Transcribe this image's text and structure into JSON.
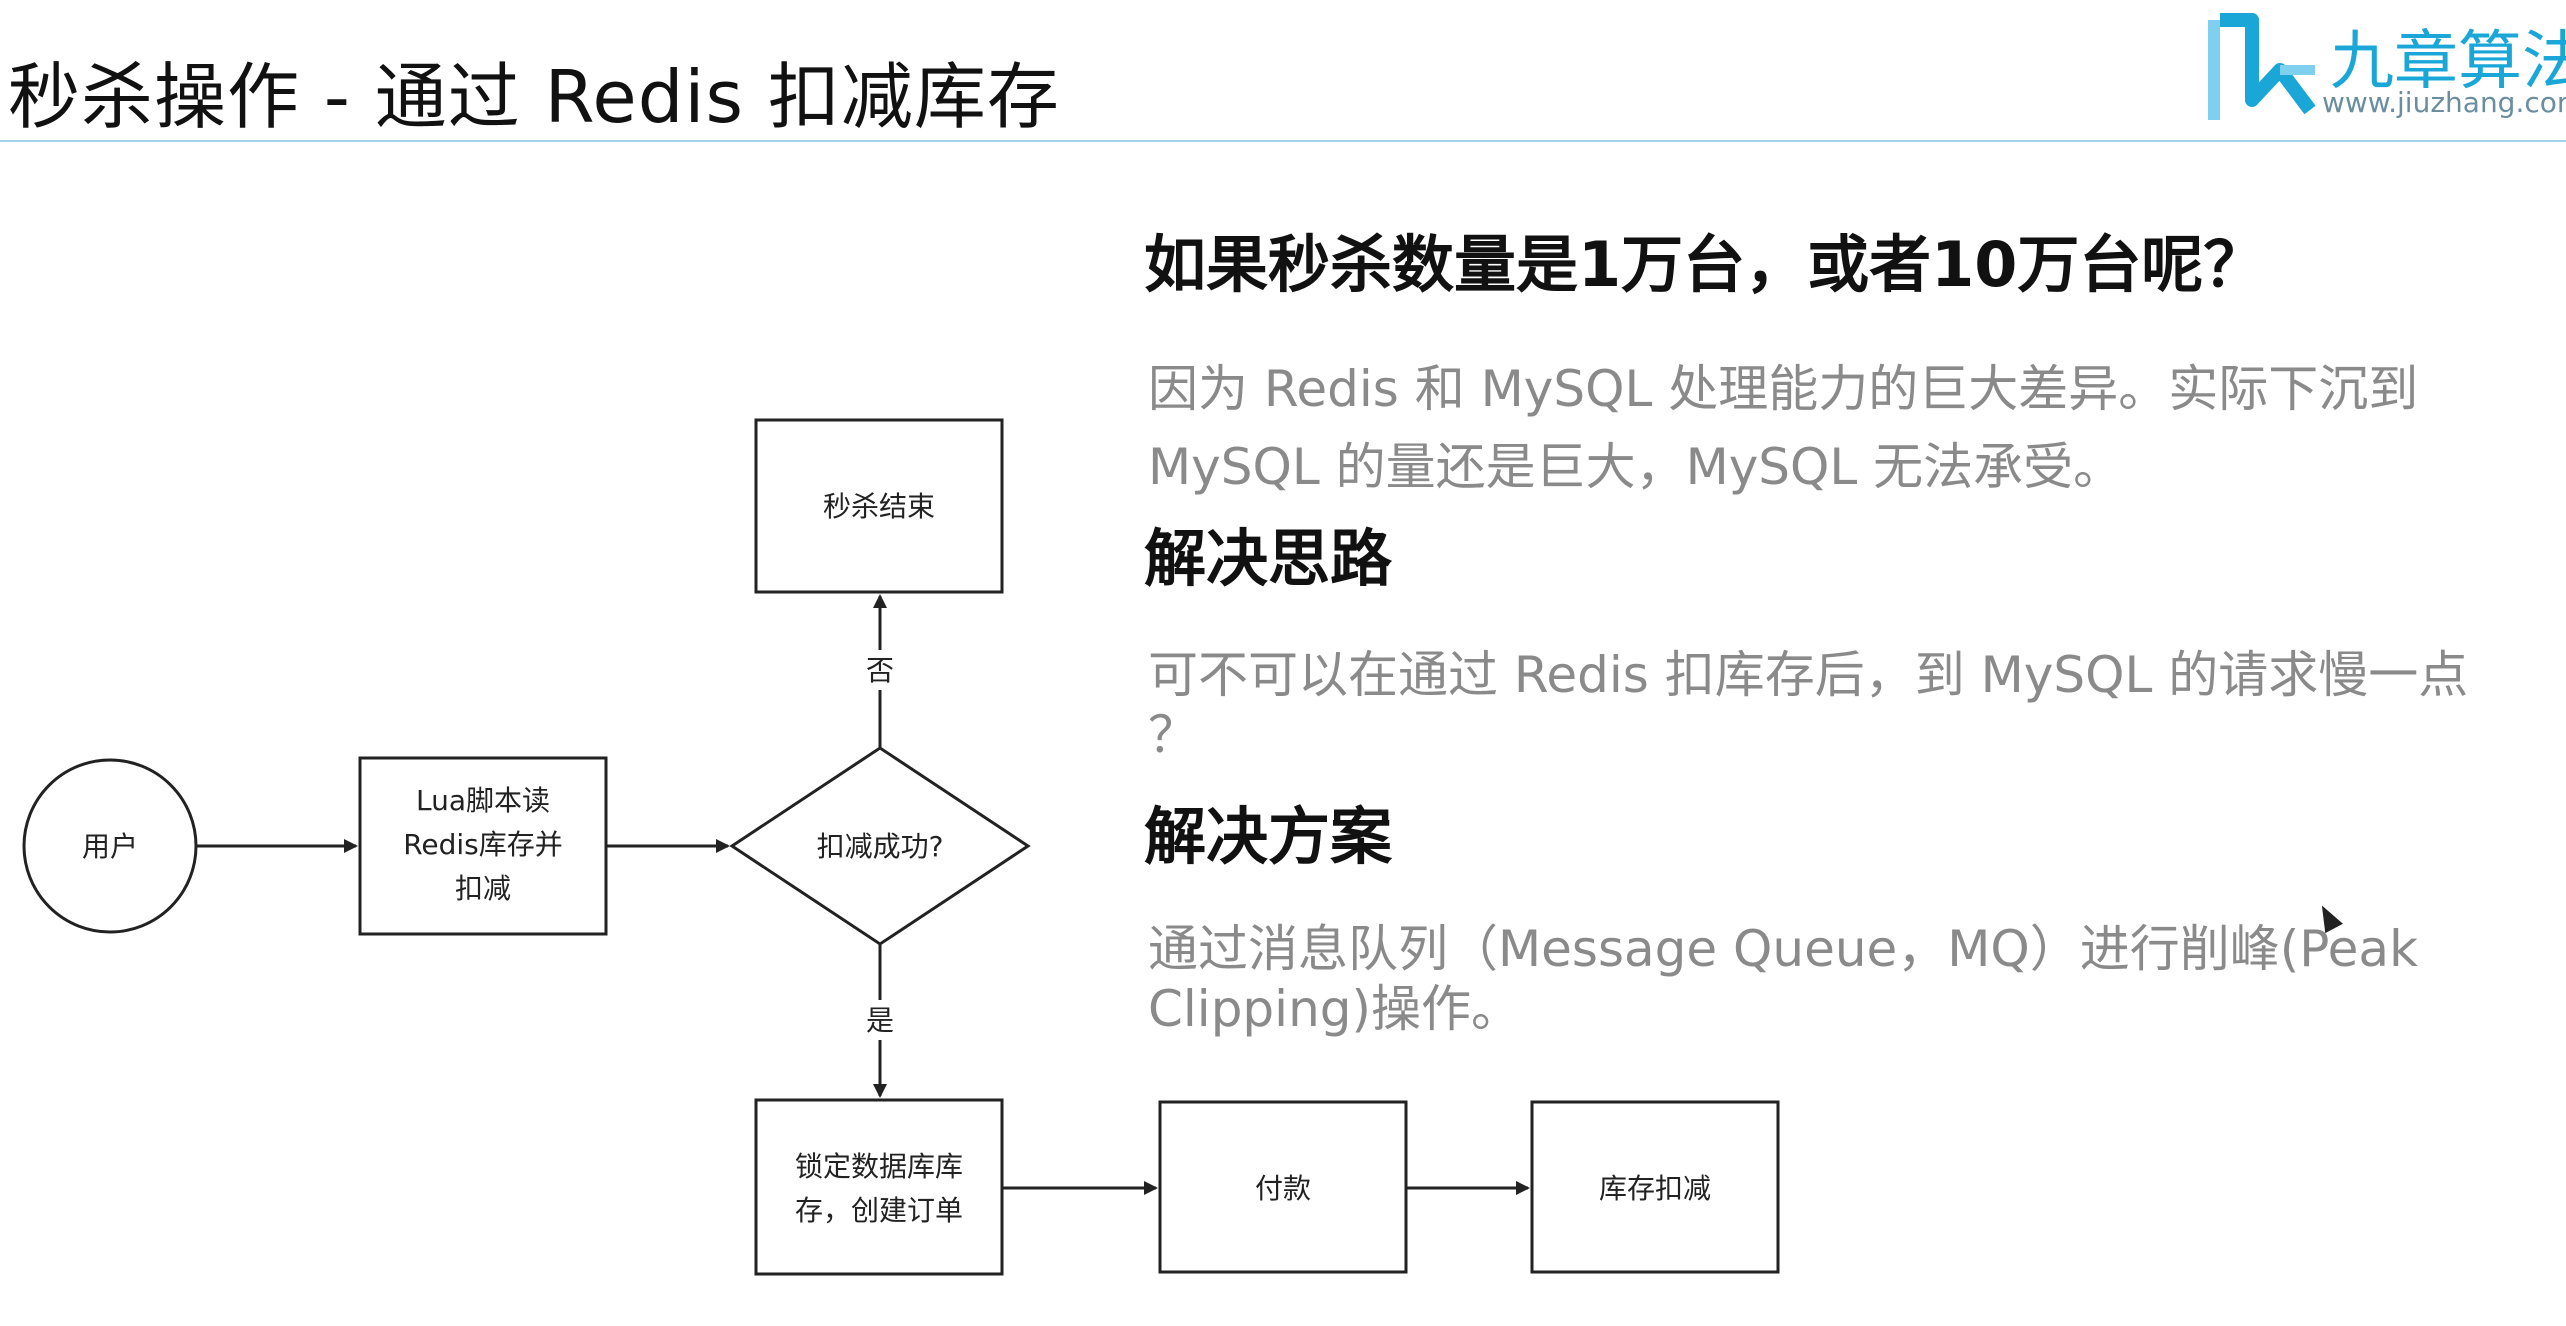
{
  "header": {
    "title": "秒杀操作 - 通过 Redis 扣减库存",
    "logo_text": "九章算法",
    "logo_url": "www.jiuzhang.com"
  },
  "flowchart": {
    "nodes": {
      "user": "用户",
      "lua": [
        "Lua脚本读",
        "Redis库存并",
        "扣减"
      ],
      "decision": "扣减成功?",
      "end": "秒杀结束",
      "lock": [
        "锁定数据库库",
        "存，创建订单"
      ],
      "pay": "付款",
      "deduct": "库存扣减"
    },
    "edges": {
      "no": "否",
      "yes": "是"
    }
  },
  "panel": {
    "question": "如果秒杀数量是1万台，或者10万台呢？",
    "reason_line1": "因为 Redis 和 MySQL 处理能力的巨大差异。实际下沉到",
    "reason_line2": "MySQL 的量还是巨大，MySQL 无法承受。",
    "idea_heading": "解决思路",
    "idea_line1": "可不可以在通过 Redis 扣库存后，到 MySQL 的请求慢一点",
    "idea_line2": "？",
    "solution_heading": "解决方案",
    "solution_line1": "通过消息队列（Message Queue，MQ）进行削峰(Peak",
    "solution_line2": "Clipping)操作。"
  },
  "colors": {
    "logo": "#1aa7d8",
    "rule": "#9fd3e8",
    "paragraph": "#8a8a8a"
  }
}
